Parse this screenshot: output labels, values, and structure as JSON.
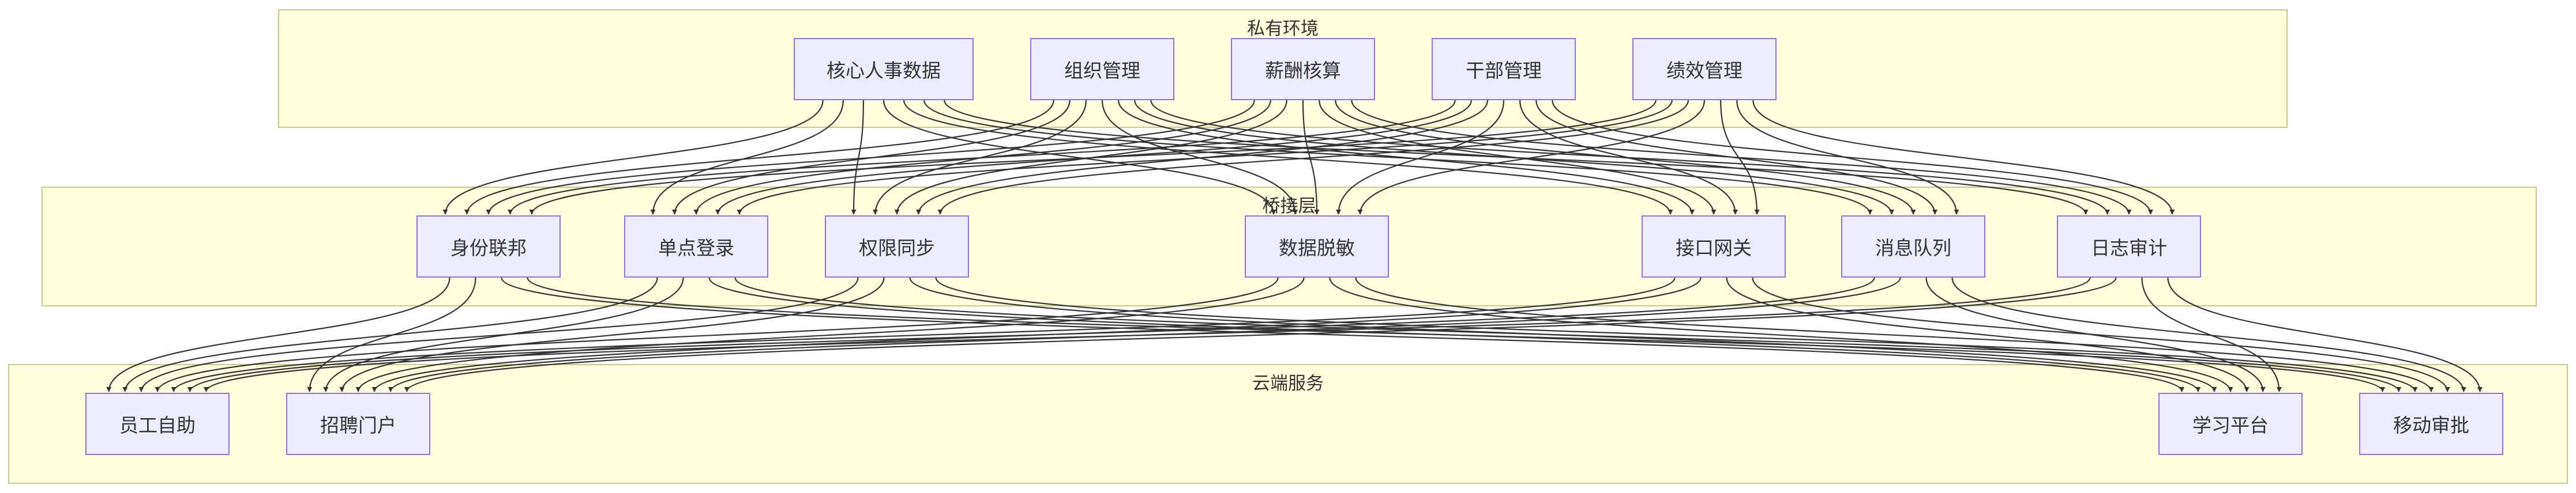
{
  "groups": {
    "private": "私有环境",
    "bridge": "桥接层",
    "cloud": "云端服务"
  },
  "nodes": {
    "hr": "核心人事数据",
    "org": "组织管理",
    "pay": "薪酬核算",
    "cadre": "干部管理",
    "perf": "绩效管理",
    "idf": "身份联邦",
    "sso": "单点登录",
    "perm": "权限同步",
    "mask": "数据脱敏",
    "api": "接口网关",
    "mq": "消息队列",
    "audit": "日志审计",
    "ess": "员工自助",
    "recruit": "招聘门户",
    "learn": "学习平台",
    "mobile": "移动审批"
  },
  "colors": {
    "group_fill": "#ffffde",
    "group_stroke": "#c7c98a",
    "node_fill": "#ececff",
    "node_stroke": "#9370db",
    "edge": "#333333"
  },
  "edges": {
    "private_to_bridge": [
      [
        "hr",
        "idf"
      ],
      [
        "hr",
        "sso"
      ],
      [
        "hr",
        "perm"
      ],
      [
        "hr",
        "mask"
      ],
      [
        "hr",
        "api"
      ],
      [
        "hr",
        "mq"
      ],
      [
        "hr",
        "audit"
      ],
      [
        "org",
        "idf"
      ],
      [
        "org",
        "sso"
      ],
      [
        "org",
        "perm"
      ],
      [
        "org",
        "mask"
      ],
      [
        "org",
        "api"
      ],
      [
        "org",
        "mq"
      ],
      [
        "org",
        "audit"
      ],
      [
        "pay",
        "idf"
      ],
      [
        "pay",
        "sso"
      ],
      [
        "pay",
        "perm"
      ],
      [
        "pay",
        "mask"
      ],
      [
        "pay",
        "api"
      ],
      [
        "pay",
        "mq"
      ],
      [
        "pay",
        "audit"
      ],
      [
        "cadre",
        "idf"
      ],
      [
        "cadre",
        "sso"
      ],
      [
        "cadre",
        "perm"
      ],
      [
        "cadre",
        "mask"
      ],
      [
        "cadre",
        "api"
      ],
      [
        "cadre",
        "mq"
      ],
      [
        "cadre",
        "audit"
      ],
      [
        "perf",
        "idf"
      ],
      [
        "perf",
        "sso"
      ],
      [
        "perf",
        "perm"
      ],
      [
        "perf",
        "mask"
      ],
      [
        "perf",
        "api"
      ],
      [
        "perf",
        "mq"
      ],
      [
        "perf",
        "audit"
      ]
    ],
    "bridge_to_cloud": [
      [
        "idf",
        "ess"
      ],
      [
        "idf",
        "recruit"
      ],
      [
        "idf",
        "learn"
      ],
      [
        "idf",
        "mobile"
      ],
      [
        "sso",
        "ess"
      ],
      [
        "sso",
        "recruit"
      ],
      [
        "sso",
        "learn"
      ],
      [
        "sso",
        "mobile"
      ],
      [
        "perm",
        "ess"
      ],
      [
        "perm",
        "recruit"
      ],
      [
        "perm",
        "learn"
      ],
      [
        "perm",
        "mobile"
      ],
      [
        "mask",
        "ess"
      ],
      [
        "mask",
        "recruit"
      ],
      [
        "mask",
        "learn"
      ],
      [
        "mask",
        "mobile"
      ],
      [
        "api",
        "ess"
      ],
      [
        "api",
        "recruit"
      ],
      [
        "api",
        "learn"
      ],
      [
        "api",
        "mobile"
      ],
      [
        "mq",
        "ess"
      ],
      [
        "mq",
        "recruit"
      ],
      [
        "mq",
        "learn"
      ],
      [
        "mq",
        "mobile"
      ],
      [
        "audit",
        "ess"
      ],
      [
        "audit",
        "recruit"
      ],
      [
        "audit",
        "learn"
      ],
      [
        "audit",
        "mobile"
      ]
    ]
  }
}
